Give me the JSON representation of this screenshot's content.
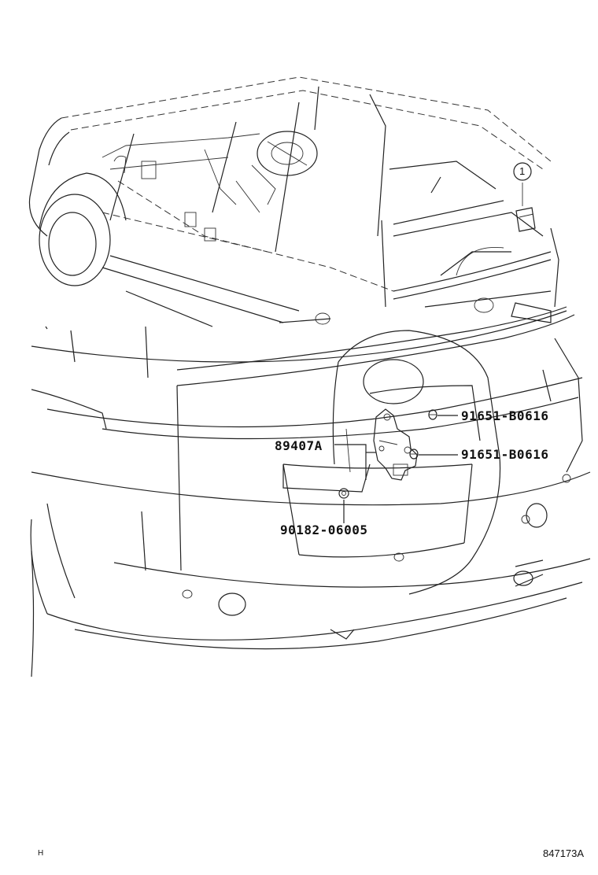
{
  "callouts": [
    {
      "id": "part-89407a",
      "text": "89407A"
    },
    {
      "id": "part-91651-upper",
      "text": "91651-B0616"
    },
    {
      "id": "part-91651-lower",
      "text": "91651-B0616"
    },
    {
      "id": "part-90182",
      "text": "90182-06005"
    }
  ],
  "marker": {
    "text": "1"
  },
  "footer": {
    "left_mark": "H",
    "drawing_number": "847173A"
  }
}
